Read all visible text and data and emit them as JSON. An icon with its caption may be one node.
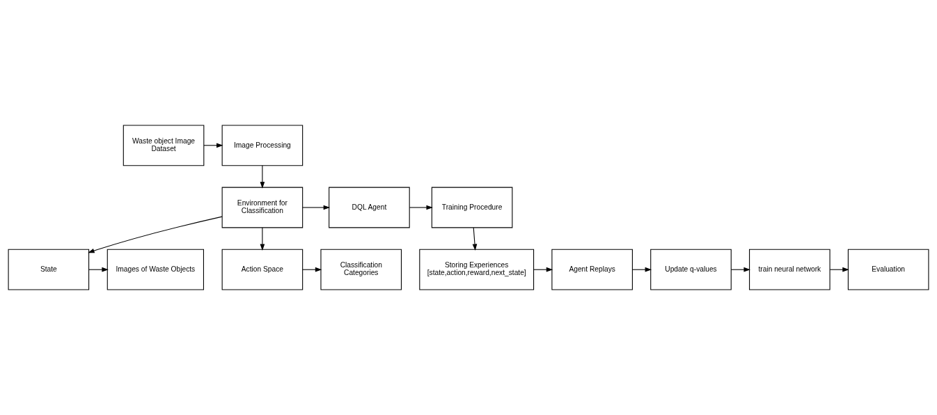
{
  "diagram": {
    "nodes": [
      {
        "text": [
          "Waste object Image Dataset"
        ]
      },
      {
        "text": [
          "Image Processing"
        ]
      },
      {
        "text": [
          "State"
        ]
      },
      {
        "text": [
          "Images of Waste Objects"
        ]
      },
      {
        "text": [
          "Training Procedure"
        ]
      },
      {
        "text": [
          "DQL Agent"
        ]
      },
      {
        "text": [
          "Environment for Classification"
        ]
      },
      {
        "text": [
          "Action Space"
        ]
      },
      {
        "text": [
          "Classification Categories"
        ]
      },
      {
        "text": [
          "Storing Experiences [state,action,reward,next_state]"
        ]
      },
      {
        "text": [
          "Agent Replays"
        ]
      },
      {
        "text": [
          "Update q-values"
        ]
      },
      {
        "text": [
          "train neural network"
        ]
      },
      {
        "text": [
          "Evaluation"
        ]
      }
    ],
    "edges": [
      {
        "from": 0,
        "to": 1,
        "arrow": "to"
      },
      {
        "from": 1,
        "to": 6,
        "arrow": "to"
      },
      {
        "from": 6,
        "to": 2,
        "arrow": "to"
      },
      {
        "from": 2,
        "to": 3,
        "arrow": "to"
      },
      {
        "from": 6,
        "to": 5,
        "arrow": "to"
      },
      {
        "from": 5,
        "to": 4,
        "arrow": "to"
      },
      {
        "from": 6,
        "to": 7,
        "arrow": "to"
      },
      {
        "from": 7,
        "to": 8,
        "arrow": "to"
      },
      {
        "from": 4,
        "to": 9,
        "arrow": "to"
      },
      {
        "from": 9,
        "to": 10,
        "arrow": "to"
      },
      {
        "from": 10,
        "to": 11,
        "arrow": "to"
      },
      {
        "from": 11,
        "to": 12,
        "arrow": "to"
      },
      {
        "from": 12,
        "to": 13,
        "arrow": "to"
      }
    ]
  }
}
